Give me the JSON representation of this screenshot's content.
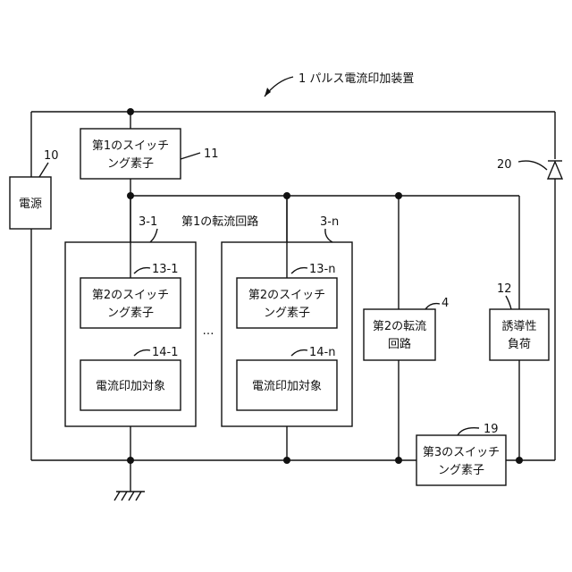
{
  "title": "1 パルス電流印加装置",
  "power_supply": {
    "label": "電源",
    "ref": "10"
  },
  "switch1": {
    "line1": "第1のスイッチ",
    "line2": "ング素子",
    "ref": "11"
  },
  "diode": {
    "ref": "20"
  },
  "first_group": {
    "label": "第1の転流回路"
  },
  "circuit_1": {
    "ref": "3-1",
    "switch": {
      "line1": "第2のスイッチ",
      "line2": "ング素子",
      "ref": "13-1"
    },
    "target": {
      "label": "電流印加対象",
      "ref": "14-1"
    }
  },
  "ellipsis": "…",
  "circuit_n": {
    "ref": "3-n",
    "switch": {
      "line1": "第2のスイッチ",
      "line2": "ング素子",
      "ref": "13-n"
    },
    "target": {
      "label": "電流印加対象",
      "ref": "14-n"
    }
  },
  "second_commutation": {
    "line1": "第2の転流",
    "line2": "回路",
    "ref": "4"
  },
  "inductive_load": {
    "line1": "誘導性",
    "line2": "負荷",
    "ref": "12"
  },
  "switch3": {
    "line1": "第3のスイッチ",
    "line2": "ング素子",
    "ref": "19"
  }
}
